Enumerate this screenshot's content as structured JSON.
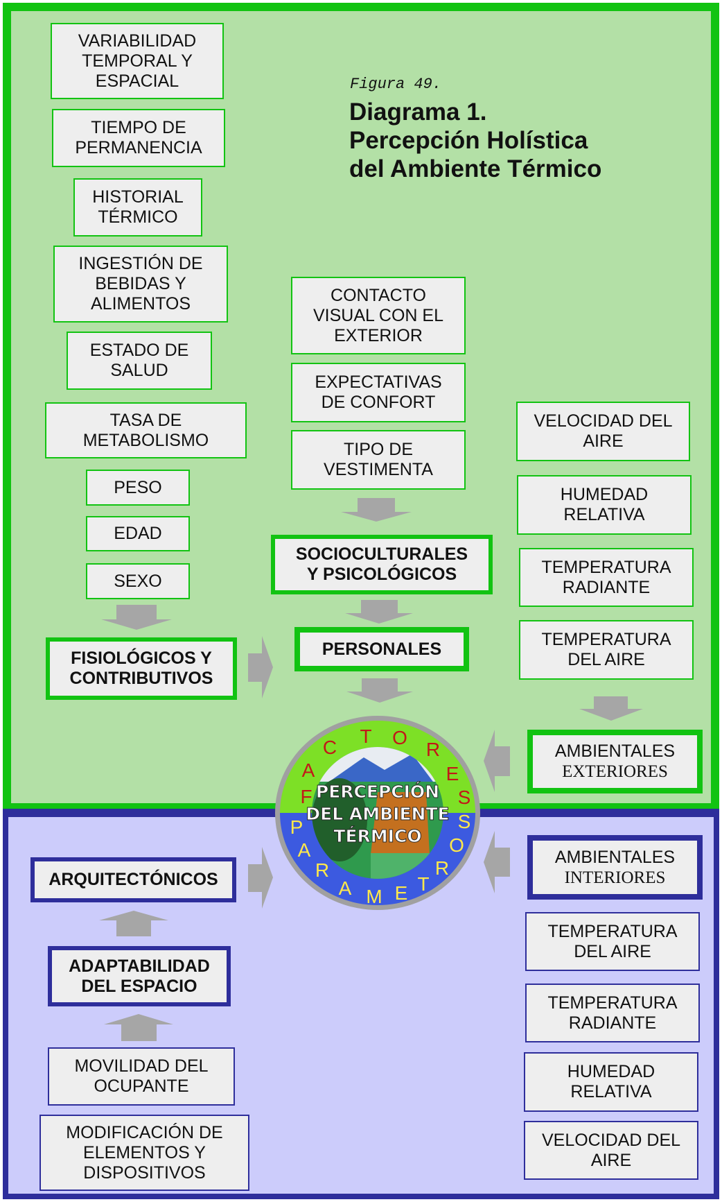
{
  "figure_label": "Figura 49.",
  "title": "Diagrama 1.\nPercepción Holística\ndel Ambiente Térmico",
  "colors": {
    "top_bg": "#b3e0a6",
    "top_border": "#12c312",
    "bottom_bg": "#ccccfb",
    "bottom_border": "#2e2e9b",
    "box_fill": "#eeeeee",
    "arrow": "#a6a6a6"
  },
  "left_factors": [
    "VARIABILIDAD\nTEMPORAL Y\nESPACIAL",
    "TIEMPO DE\nPERMANENCIA",
    "HISTORIAL\nTÉRMICO",
    "INGESTIÓN DE\nBEBIDAS Y\nALIMENTOS",
    "ESTADO DE\nSALUD",
    "TASA DE\nMETABOLISMO",
    "PESO",
    "EDAD",
    "SEXO"
  ],
  "center_factors": [
    "CONTACTO\nVISUAL CON EL\nEXTERIOR",
    "EXPECTATIVAS\nDE CONFORT",
    "TIPO DE\nVESTIMENTA"
  ],
  "exterior_params": [
    "VELOCIDAD DEL\nAIRE",
    "HUMEDAD\nRELATIVA",
    "TEMPERATURA\nRADIANTE",
    "TEMPERATURA\nDEL AIRE"
  ],
  "groups": {
    "fisiologicos": "FISIOLÓGICOS Y\nCONTRIBUTIVOS",
    "socioculturales": "SOCIOCULTURALES\nY PSICOLÓGICOS",
    "personales": "PERSONALES",
    "ambientales_ext_1": "AMBIENTALES",
    "ambientales_ext_2": "EXTERIORES",
    "ambientales_int_1": "AMBIENTALES",
    "ambientales_int_2": "INTERIORES",
    "arquitectonicos": "ARQUITECTÓNICOS",
    "adaptabilidad": "ADAPTABILIDAD\nDEL ESPACIO"
  },
  "architectural_factors": [
    "MOVILIDAD DEL\nOCUPANTE",
    "MODIFICACIÓN DE\nELEMENTOS Y\nDISPOSITIVOS"
  ],
  "interior_params": [
    "TEMPERATURA\nDEL AIRE",
    "TEMPERATURA\nRADIANTE",
    "HUMEDAD\nRELATIVA",
    "VELOCIDAD DEL\nAIRE"
  ],
  "emblem": {
    "center_line1": "PERCEPCIÓN",
    "center_line2": "DEL AMBIENTE",
    "center_line3": "TÉRMICO",
    "factores_letters": [
      "F",
      "A",
      "C",
      "T",
      "O",
      "R",
      "E",
      "S"
    ],
    "parametros_letters": [
      "P",
      "A",
      "R",
      "A",
      "M",
      "E",
      "T",
      "R",
      "O",
      "S"
    ]
  }
}
